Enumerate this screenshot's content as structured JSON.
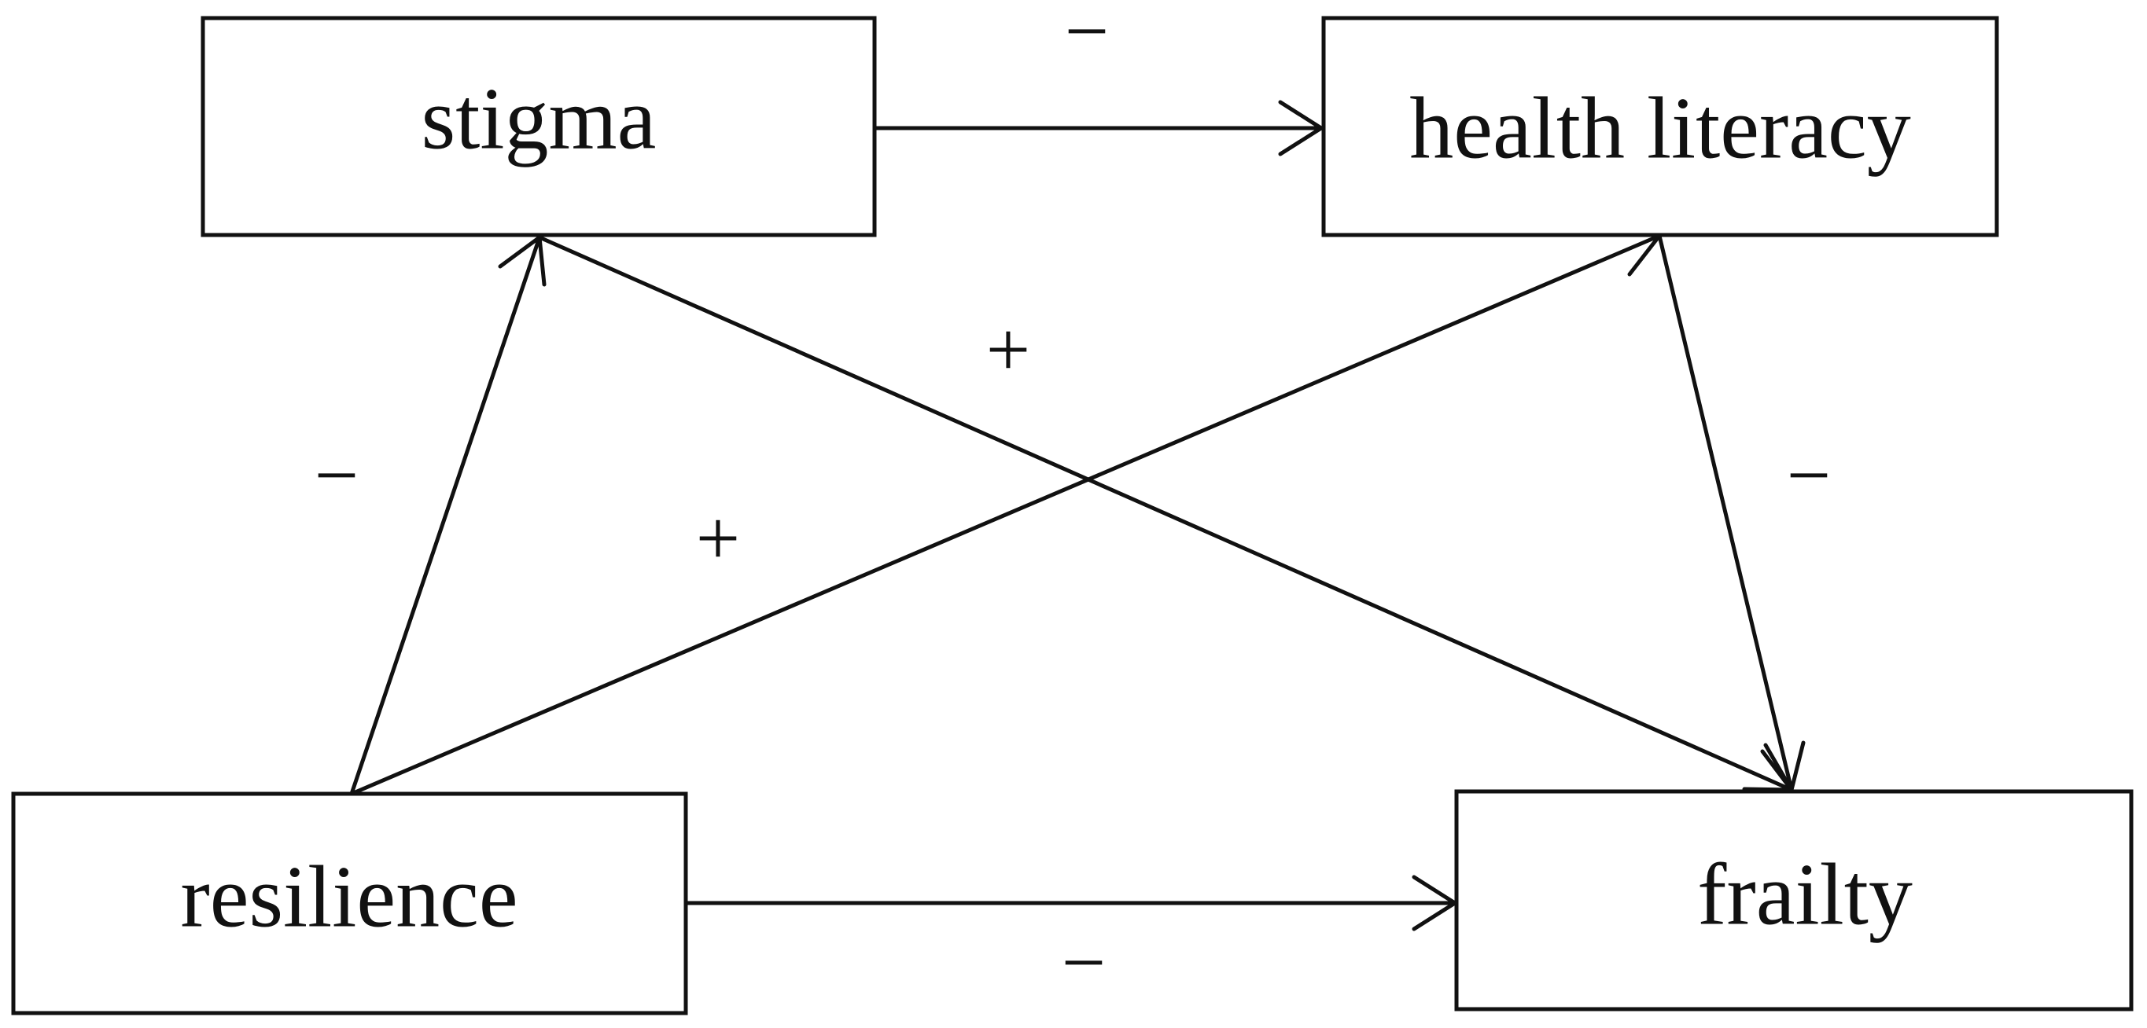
{
  "nodes": {
    "stigma": {
      "label": "stigma"
    },
    "health_literacy": {
      "label": "health literacy"
    },
    "resilience": {
      "label": "resilience"
    },
    "frailty": {
      "label": "frailty"
    }
  },
  "edges": [
    {
      "from": "stigma",
      "to": "health_literacy",
      "sign": "−"
    },
    {
      "from": "resilience",
      "to": "stigma",
      "sign": "−"
    },
    {
      "from": "resilience",
      "to": "health_literacy",
      "sign": "+"
    },
    {
      "from": "stigma",
      "to": "frailty",
      "sign": "+"
    },
    {
      "from": "health_literacy",
      "to": "frailty",
      "sign": "−"
    },
    {
      "from": "resilience",
      "to": "frailty",
      "sign": "−"
    }
  ],
  "colors": {
    "stroke": "#111111",
    "background": "#ffffff"
  }
}
